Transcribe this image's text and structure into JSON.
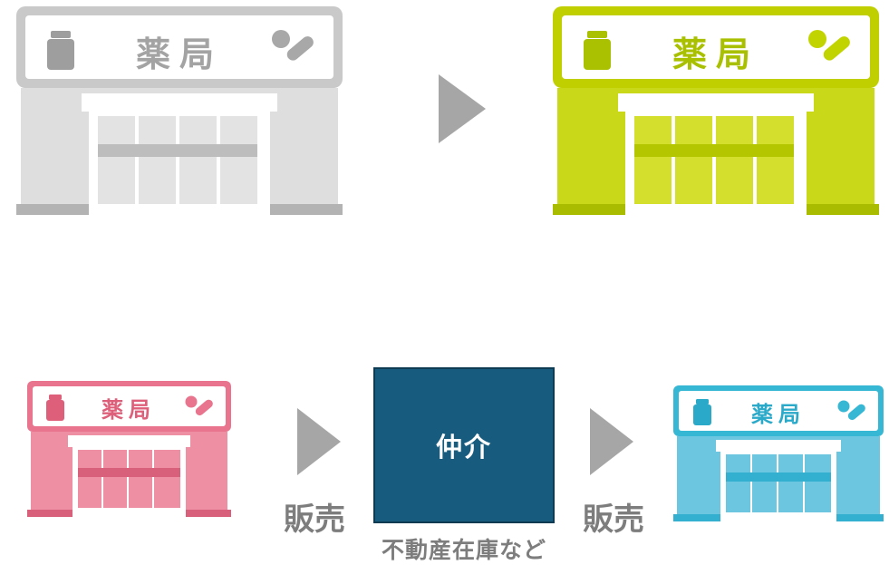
{
  "sign_text": "薬局",
  "sell_label": "販売",
  "broker": {
    "label": "仲介",
    "caption": "不動産在庫など"
  },
  "colors": {
    "before": "#d9d9d9",
    "after": "#c9d400",
    "seller": "#e8748e",
    "buyer": "#36b7d4",
    "broker": "#175c7e",
    "arrow": "#a6a6a6"
  },
  "icons": [
    "pharmacy-building-icon",
    "medicine-bottle-icon",
    "pill-capsule-icon",
    "arrow-right-icon"
  ]
}
